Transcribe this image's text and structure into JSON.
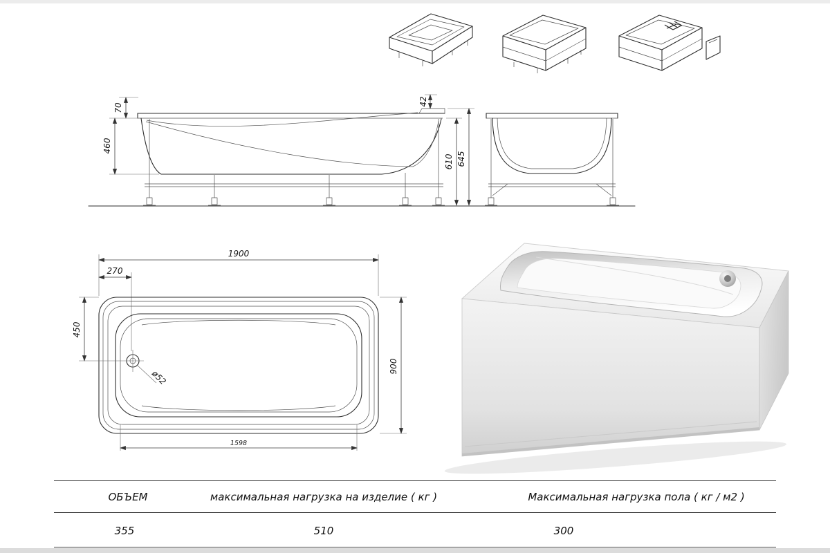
{
  "meta": {
    "background": "#ffffff",
    "line_color": "#2e2e2e"
  },
  "assembly_views": {
    "items": [
      {
        "label": "tub-shell"
      },
      {
        "label": "tub-with-apron"
      },
      {
        "label": "tub-assembly-exploded"
      }
    ]
  },
  "side_view": {
    "dims": {
      "d70": "70",
      "d460": "460",
      "d42": "42",
      "d610": "610",
      "d645": "645"
    }
  },
  "plan_view": {
    "dims": {
      "d1900": "1900",
      "d270": "270",
      "d450": "450",
      "d900": "900",
      "drain": "ø52",
      "d1598": "1598"
    }
  },
  "spec_table": {
    "headers": [
      "ОБЪЕМ",
      "максимальная нагрузка на изделие ( кг )",
      "Максимальная нагрузка пола ( кг / м2 )"
    ],
    "values": [
      "355",
      "510",
      "300"
    ]
  }
}
